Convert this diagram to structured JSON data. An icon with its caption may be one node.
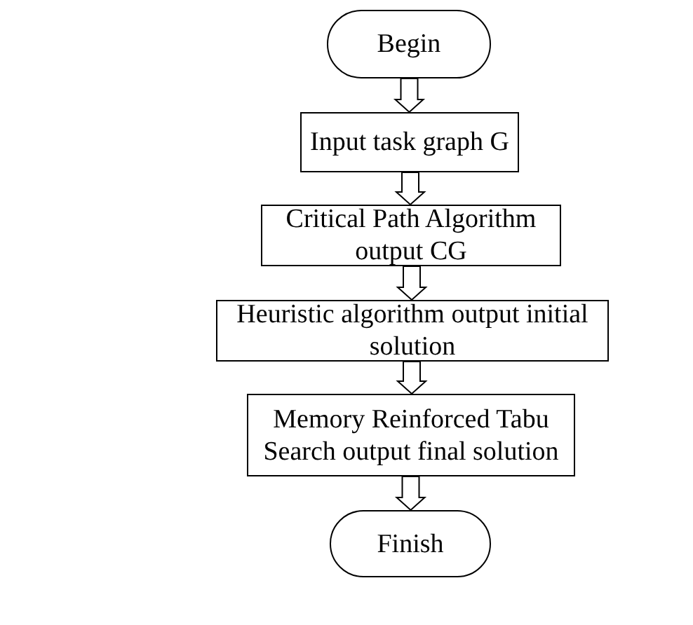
{
  "diagram": {
    "nodes": [
      {
        "text": [
          "Begin"
        ]
      },
      {
        "text": [
          "Input task graph G"
        ]
      },
      {
        "text": [
          "Critical Path Algorithm output CG"
        ]
      },
      {
        "text": [
          "Heuristic algorithm output initial solution"
        ]
      },
      {
        "text": [
          "Memory Reinforced  Tabu Search output final solution"
        ]
      },
      {
        "text": [
          "Finish"
        ]
      }
    ],
    "edges": [
      {
        "from": 0,
        "to": 1,
        "arrow": "to"
      },
      {
        "from": 1,
        "to": 2,
        "arrow": "to"
      },
      {
        "from": 2,
        "to": 3,
        "arrow": "to"
      },
      {
        "from": 3,
        "to": 4,
        "arrow": "to"
      },
      {
        "from": 4,
        "to": 5,
        "arrow": "to"
      }
    ]
  }
}
